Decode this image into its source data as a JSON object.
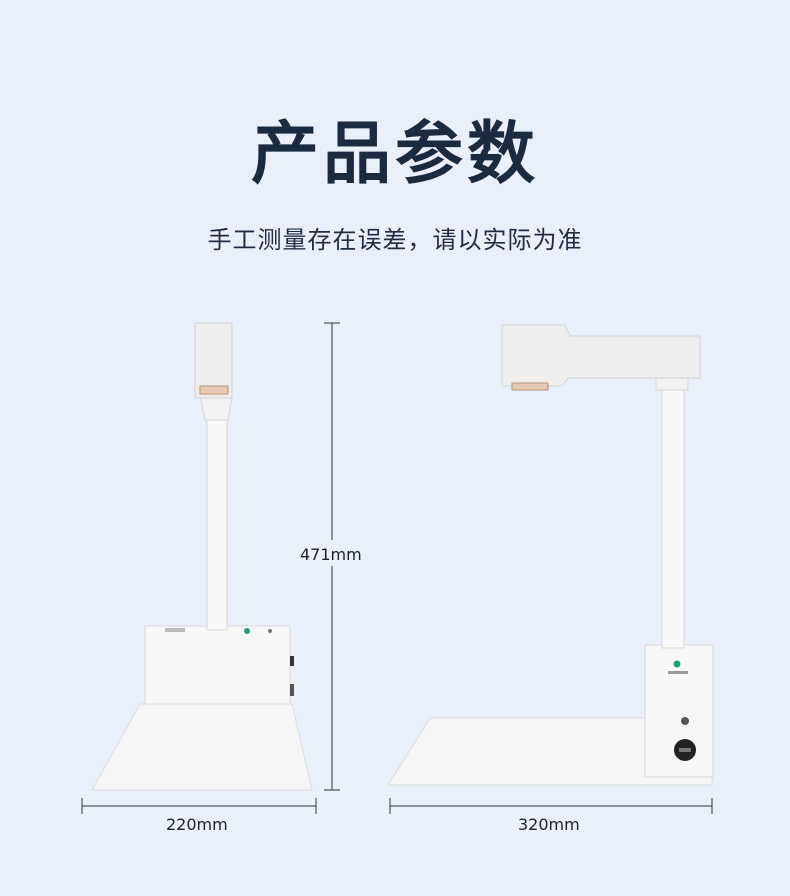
{
  "heading": {
    "title": "产品参数",
    "subtitle": "手工测量存在误差，请以实际为准"
  },
  "dimensions": {
    "height": "471mm",
    "depth": "220mm",
    "width": "320mm"
  },
  "colors": {
    "background": "#e9effb",
    "title": "#1a2a40",
    "device_white": "#f4f4f4",
    "indicator_green": "#1aa37a"
  }
}
